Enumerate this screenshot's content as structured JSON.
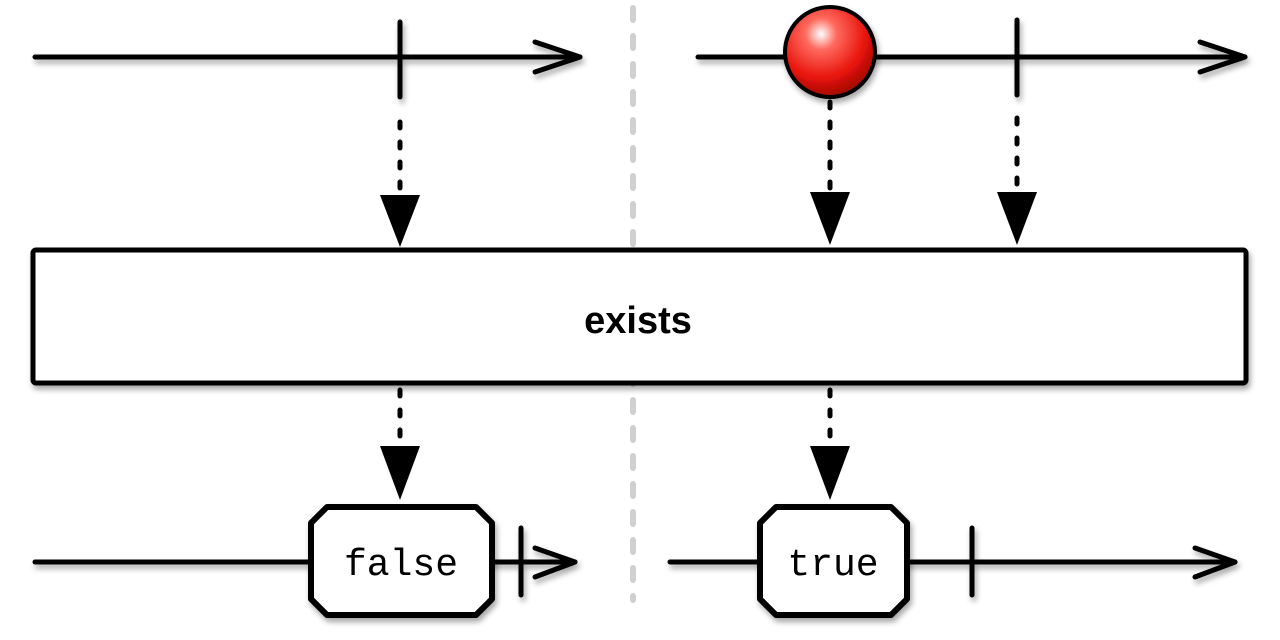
{
  "operator": {
    "name": "exists"
  },
  "input_streams": [
    {
      "marbles": [],
      "completes": true
    },
    {
      "marbles": [
        {
          "color": "#e8140c"
        }
      ],
      "completes": true
    }
  ],
  "output_streams": [
    {
      "value": "false",
      "completes": true
    },
    {
      "value": "true",
      "completes": true
    }
  ],
  "colors": {
    "marble": "#e8140c",
    "divider": "#d0d0d0",
    "stroke": "#000000"
  }
}
